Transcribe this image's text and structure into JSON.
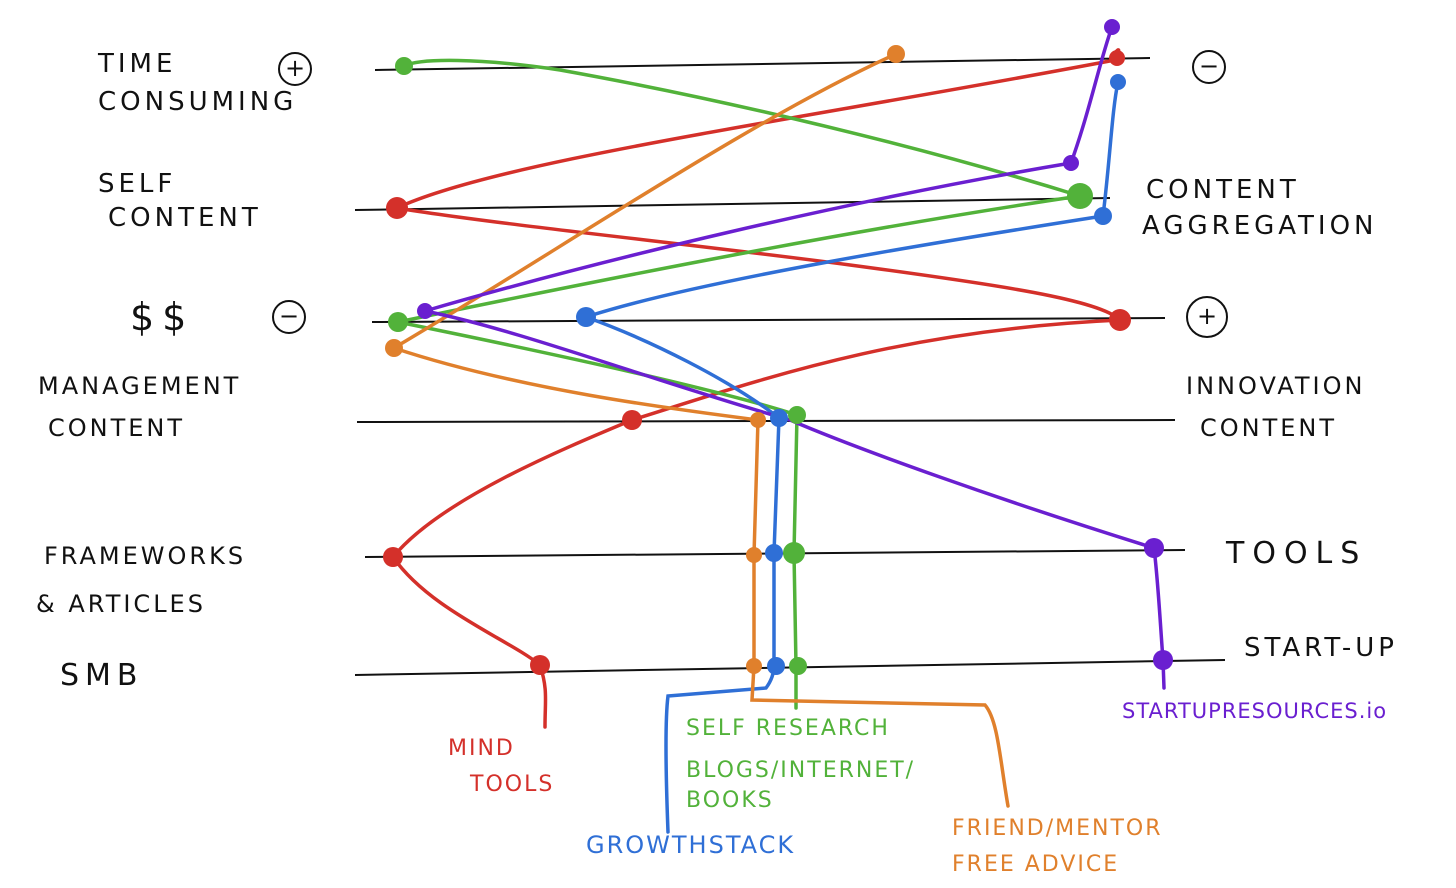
{
  "colors": {
    "mind_tools": "#d4302a",
    "self_research": "#52b23a",
    "growthstack": "#2f6fd6",
    "friend_mentor": "#e0802c",
    "startupresources": "#6a1fd0",
    "axis": "#111111"
  },
  "axes": [
    {
      "left": [
        "TIME",
        "CONSUMING"
      ],
      "left_sign": "+",
      "right": [],
      "right_sign": "−"
    },
    {
      "left": [
        "SELF",
        "CONTENT"
      ],
      "left_sign": "",
      "right": [
        "CONTENT",
        "AGGREGATION"
      ],
      "right_sign": ""
    },
    {
      "left": [
        "$$"
      ],
      "left_sign": "−",
      "right": [],
      "right_sign": "+"
    },
    {
      "left": [
        "MANAGEMENT",
        "CONTENT"
      ],
      "left_sign": "",
      "right": [
        "INNOVATION",
        "CONTENT"
      ],
      "right_sign": ""
    },
    {
      "left": [
        "FRAMEWORKS",
        "& ARTICLES"
      ],
      "left_sign": "",
      "right": [
        "TOOLS"
      ],
      "right_sign": ""
    },
    {
      "left": [
        "SMB"
      ],
      "left_sign": "",
      "right": [
        "START-UP"
      ],
      "right_sign": ""
    }
  ],
  "tools": {
    "mind_tools": [
      "MIND",
      "TOOLS"
    ],
    "self_research": [
      "SELF RESEARCH",
      "BLOGS/INTERNET/",
      "BOOKS"
    ],
    "growthstack": [
      "GROWTHSTACK"
    ],
    "friend_mentor": [
      "FRIEND/MENTOR",
      "FREE ADVICE"
    ],
    "startupresources": [
      "STARTUPRESOURCES.io"
    ]
  }
}
